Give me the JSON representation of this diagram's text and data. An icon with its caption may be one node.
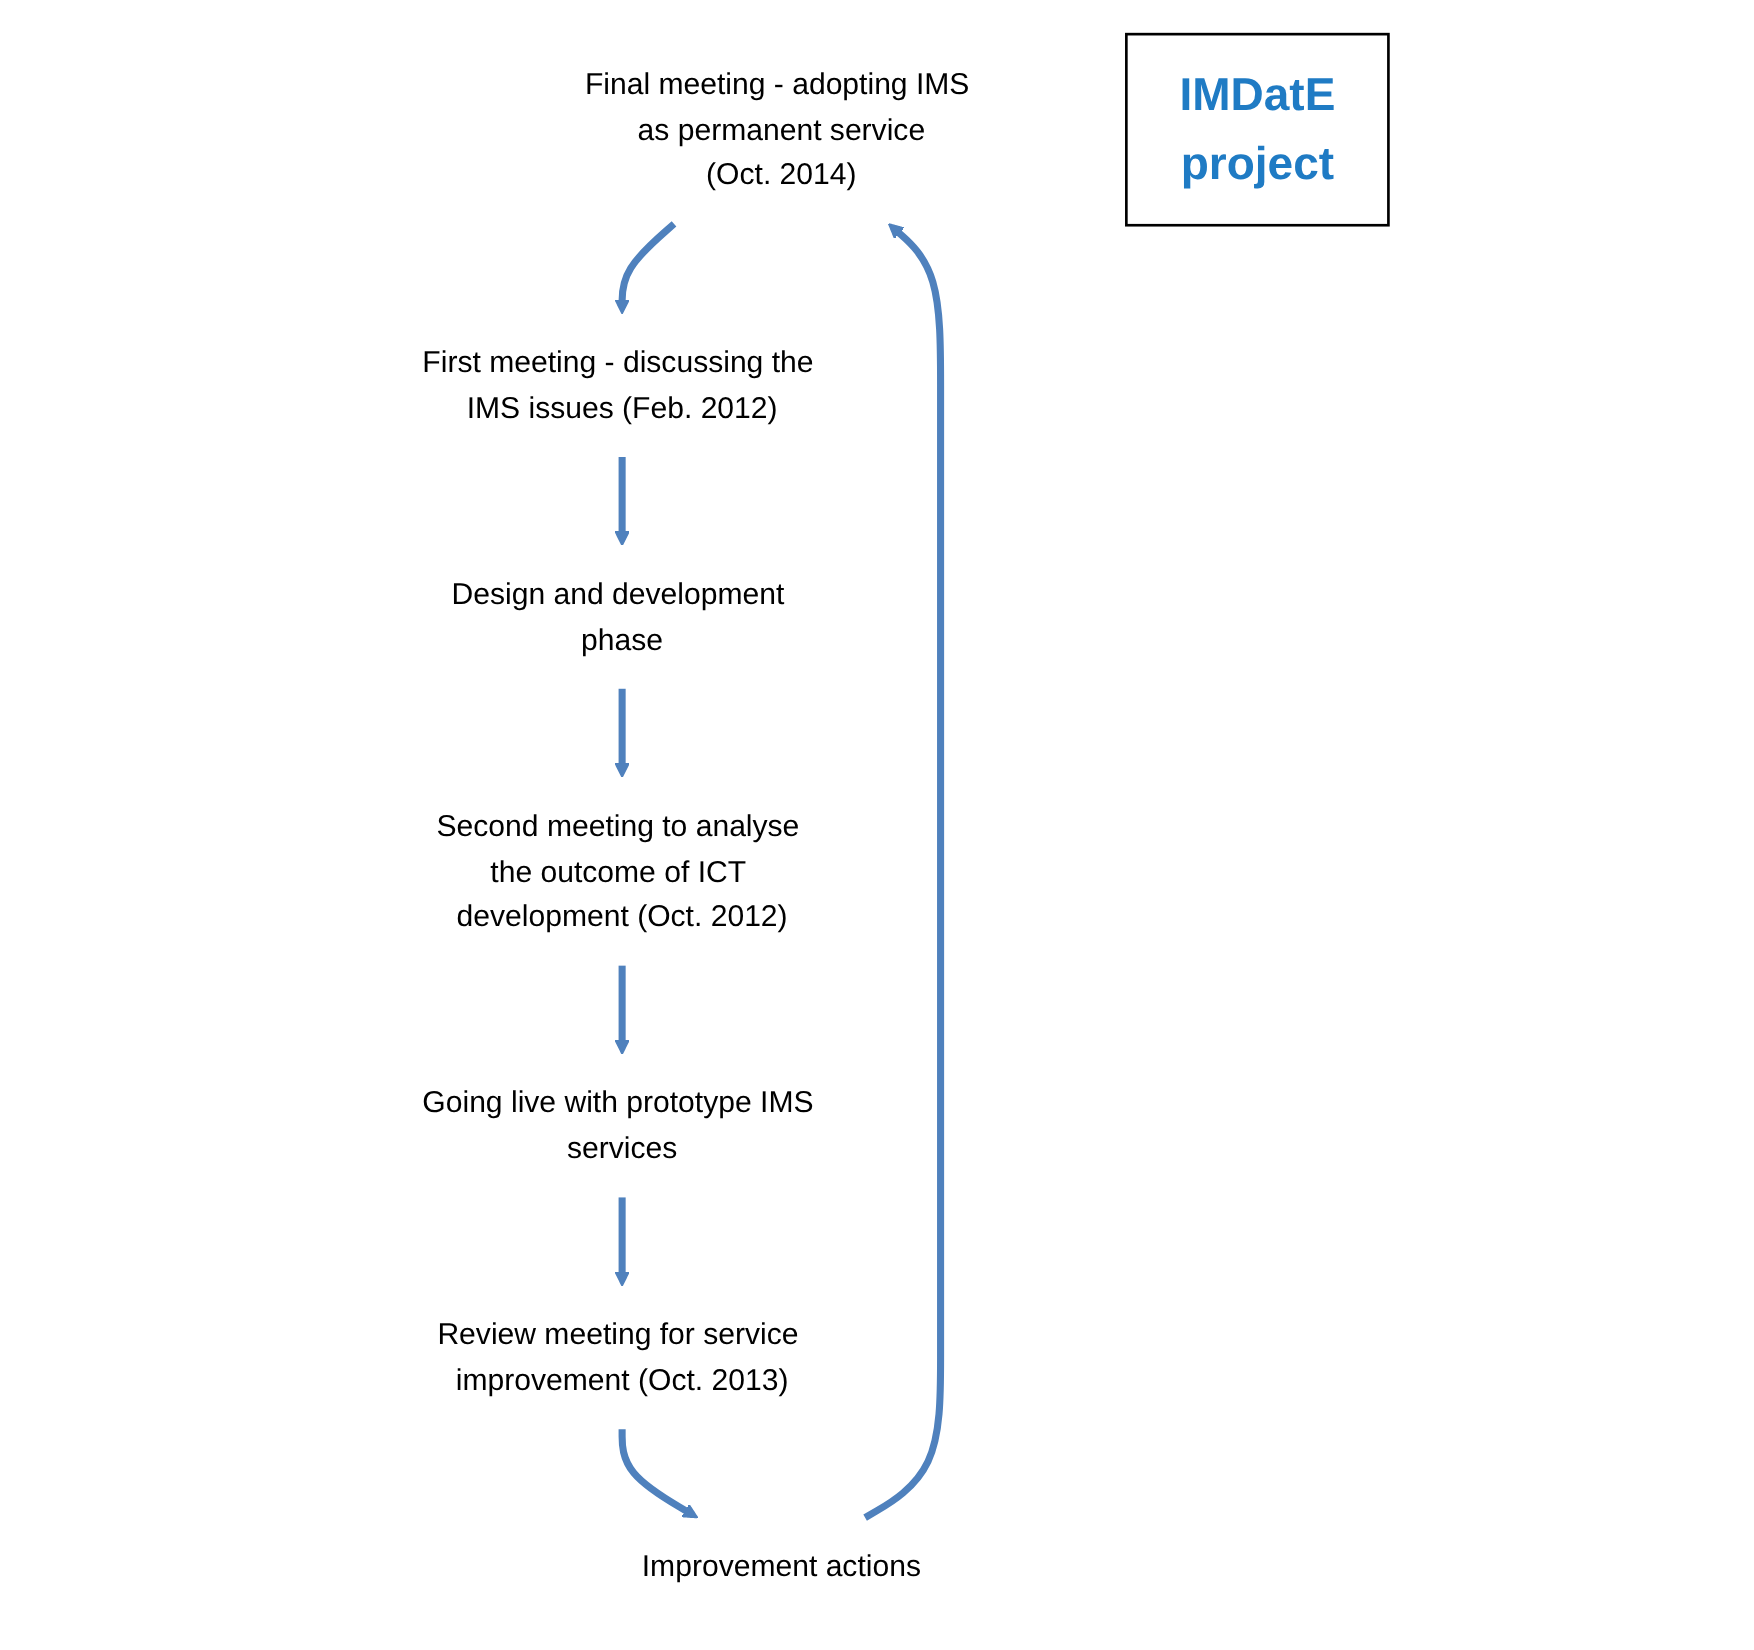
{
  "diagram": {
    "nodes": [
      {
        "text": [
          "Final meeting - adopting IMS as permanent service",
          "(Oct. 2014)"
        ]
      },
      {
        "text": [
          "First meeting - discussing the IMS issues (Feb. 2012)"
        ]
      },
      {
        "text": [
          "Design and development phase"
        ]
      },
      {
        "text": [
          "Second meeting to analyse the outcome of ICT development (Oct. 2012)"
        ]
      },
      {
        "text": [
          "Going live with prototype IMS services"
        ]
      },
      {
        "text": [
          "Review meeting for service improvement (Oct. 2013)"
        ]
      },
      {
        "text": [
          "Improvement actions"
        ]
      },
      {
        "text": [
          "IMDatE",
          "project"
        ]
      }
    ],
    "edges": [
      {
        "from": 0,
        "to": 1,
        "arrow": "to"
      },
      {
        "from": 1,
        "to": 2,
        "arrow": "to"
      },
      {
        "from": 2,
        "to": 3,
        "arrow": "to"
      },
      {
        "from": 3,
        "to": 4,
        "arrow": "to"
      },
      {
        "from": 4,
        "to": 5,
        "arrow": "to"
      },
      {
        "from": 5,
        "to": 6,
        "arrow": "to"
      },
      {
        "from": 6,
        "to": 0,
        "arrow": "to"
      }
    ]
  }
}
